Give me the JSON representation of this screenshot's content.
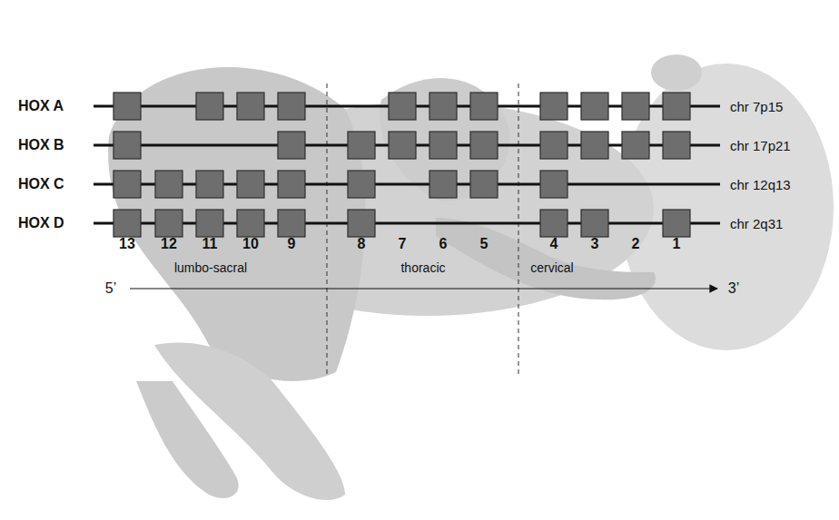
{
  "diagram": {
    "labels": [
      "HOX A",
      "HOX B",
      "HOX C",
      "HOX D",
      "chr 7p15",
      "chr 17p21",
      "chr 12q13",
      "chr 2q31",
      "13",
      "12",
      "11",
      "10",
      "9",
      "8",
      "7",
      "6",
      "5",
      "4",
      "3",
      "2",
      "1",
      "lumbo-sacral",
      "thoracic",
      "cervical",
      "5’",
      "3’"
    ]
  }
}
